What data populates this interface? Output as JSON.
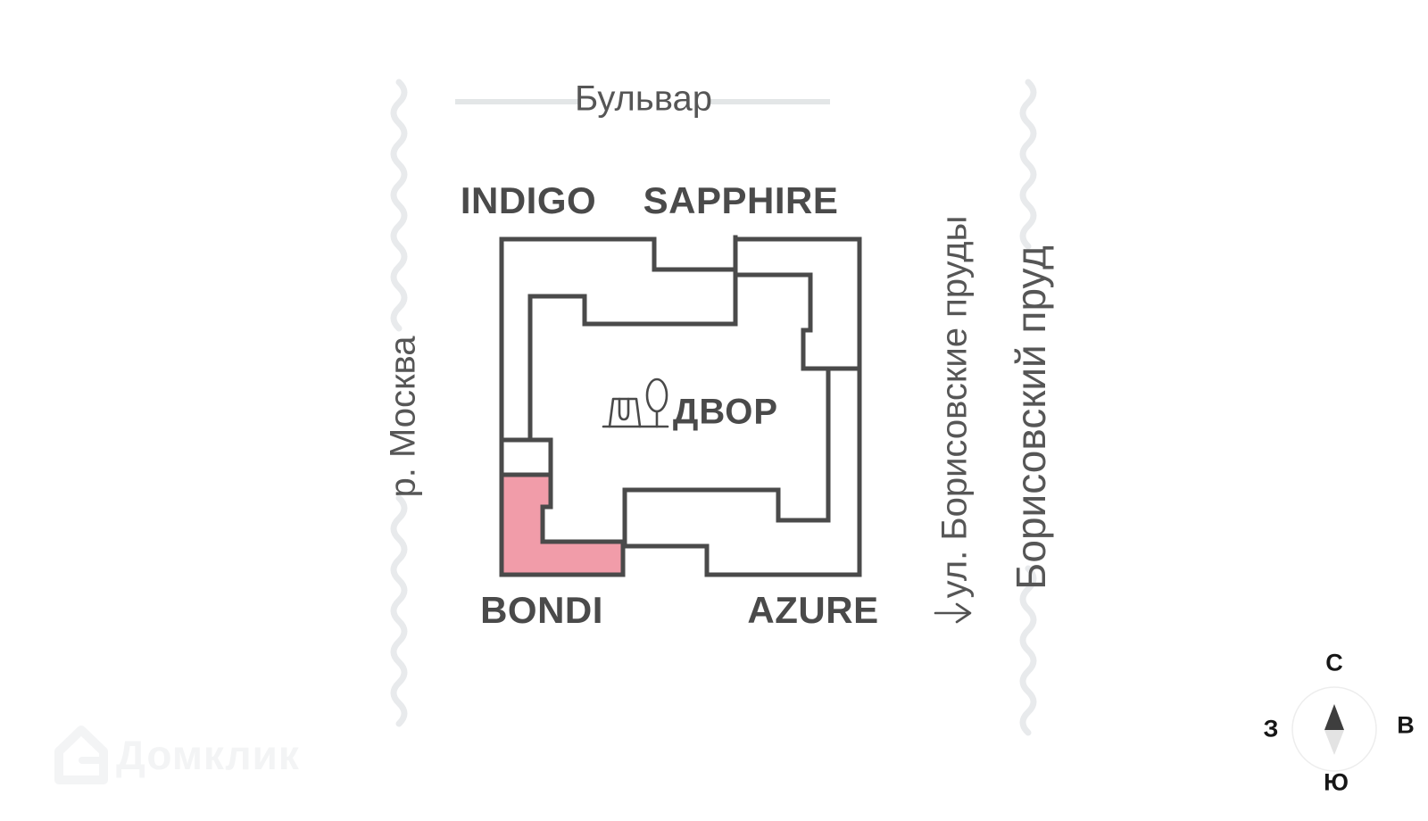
{
  "map": {
    "boulevard_label": "Бульвар",
    "river_label": "р. Москва",
    "street_label": "ул. Борисовские пруды",
    "pond_label": "Борисовский пруд",
    "courtyard_label": "ДВОР",
    "buildings": {
      "indigo": {
        "label": "INDIGO",
        "highlighted": false
      },
      "sapphire": {
        "label": "SAPPHIRE",
        "highlighted": false
      },
      "bondi": {
        "label": "BONDI",
        "highlighted": true
      },
      "azure": {
        "label": "AZURE",
        "highlighted": false
      }
    },
    "colors": {
      "highlight": "#F19CA9",
      "outline": "#4A4A4A",
      "water": "#E8EAEC"
    }
  },
  "compass": {
    "north": "С",
    "south": "Ю",
    "west": "З",
    "east": "В"
  },
  "watermark": {
    "brand": "Домклик"
  }
}
